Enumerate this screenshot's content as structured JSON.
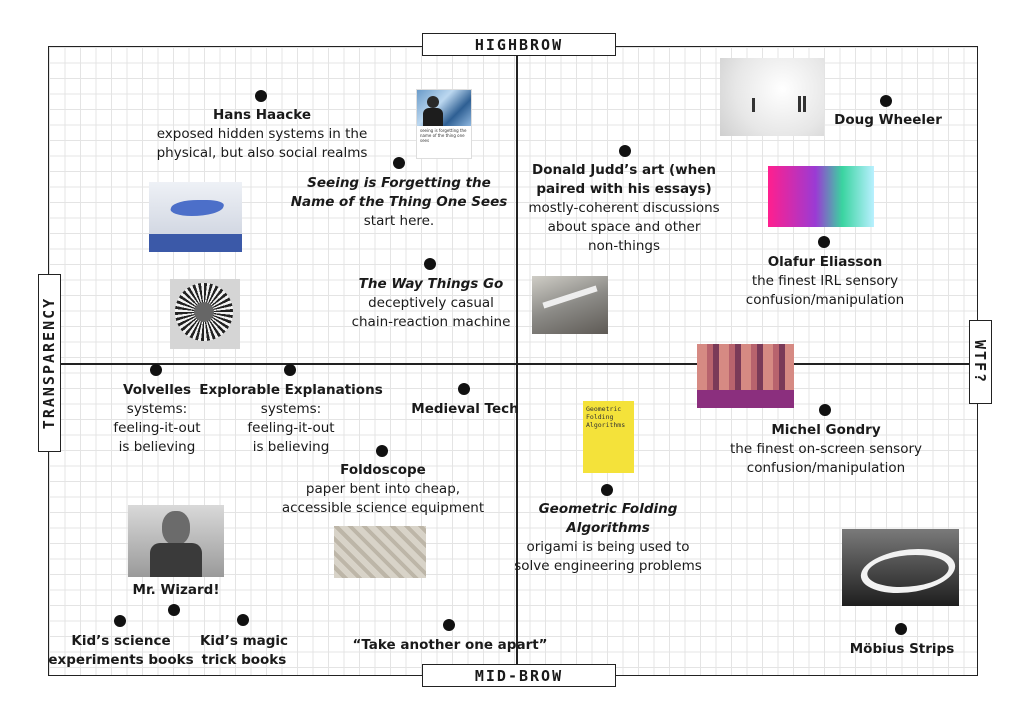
{
  "axes": {
    "top": "HIGHBROW",
    "bottom": "MID-BROW",
    "left": "TRANSPARENCY",
    "right": "WTF?"
  },
  "items": {
    "hans_haacke": {
      "title": "Hans Haacke",
      "desc1": "exposed hidden systems in the",
      "desc2": "physical, but also social realms"
    },
    "seeing": {
      "title1": "Seeing is Forgetting the",
      "title2": "Name of the Thing One Sees",
      "desc1": "start here."
    },
    "way_things_go": {
      "title": "The Way Things Go",
      "desc1": "deceptively casual",
      "desc2": "chain-reaction machine"
    },
    "donald_judd": {
      "title1": "Donald Judd’s art (when",
      "title2": "paired with his essays)",
      "desc1": "mostly-coherent discussions",
      "desc2": "about space and other",
      "desc3": "non-things"
    },
    "doug_wheeler": {
      "title": "Doug Wheeler"
    },
    "olafur": {
      "title": "Olafur Eliasson",
      "desc1": "the finest IRL sensory",
      "desc2": "confusion/manipulation"
    },
    "volvelles": {
      "title": "Volvelles",
      "desc1": "systems:",
      "desc2": "feeling-it-out",
      "desc3": "is believing"
    },
    "explorable": {
      "title": "Explorable Explanations",
      "desc1": "systems:",
      "desc2": "feeling-it-out",
      "desc3": "is believing"
    },
    "medieval": {
      "title": "Medieval Tech"
    },
    "foldoscope": {
      "title": "Foldoscope",
      "desc1": "paper bent into cheap,",
      "desc2": "accessible science equipment"
    },
    "mr_wizard": {
      "title": "Mr. Wizard!"
    },
    "kids_science": {
      "title1": "Kid’s science",
      "title2": "experiments books"
    },
    "kids_magic": {
      "title1": "Kid’s magic",
      "title2": "trick books"
    },
    "take_apart": {
      "title": "“Take another one apart”"
    },
    "geometric": {
      "title1": "Geometric Folding",
      "title2": "Algorithms",
      "desc1": "origami is being used to",
      "desc2": "solve engineering problems"
    },
    "michel": {
      "title": "Michel Gondry",
      "desc1": "the finest on-screen sensory",
      "desc2": "confusion/manipulation"
    },
    "mobius": {
      "title": "Möbius Strips"
    }
  },
  "images": {
    "seeing_cover": {
      "text": "seeing is forgetting the name of the thing one sees"
    },
    "book_cover": {
      "line1": "Geometric",
      "line2": "Folding",
      "line3": "Algorithms"
    }
  },
  "colors": {
    "line": "#222222",
    "dot": "#111111",
    "grid": "#e4e4e4"
  }
}
